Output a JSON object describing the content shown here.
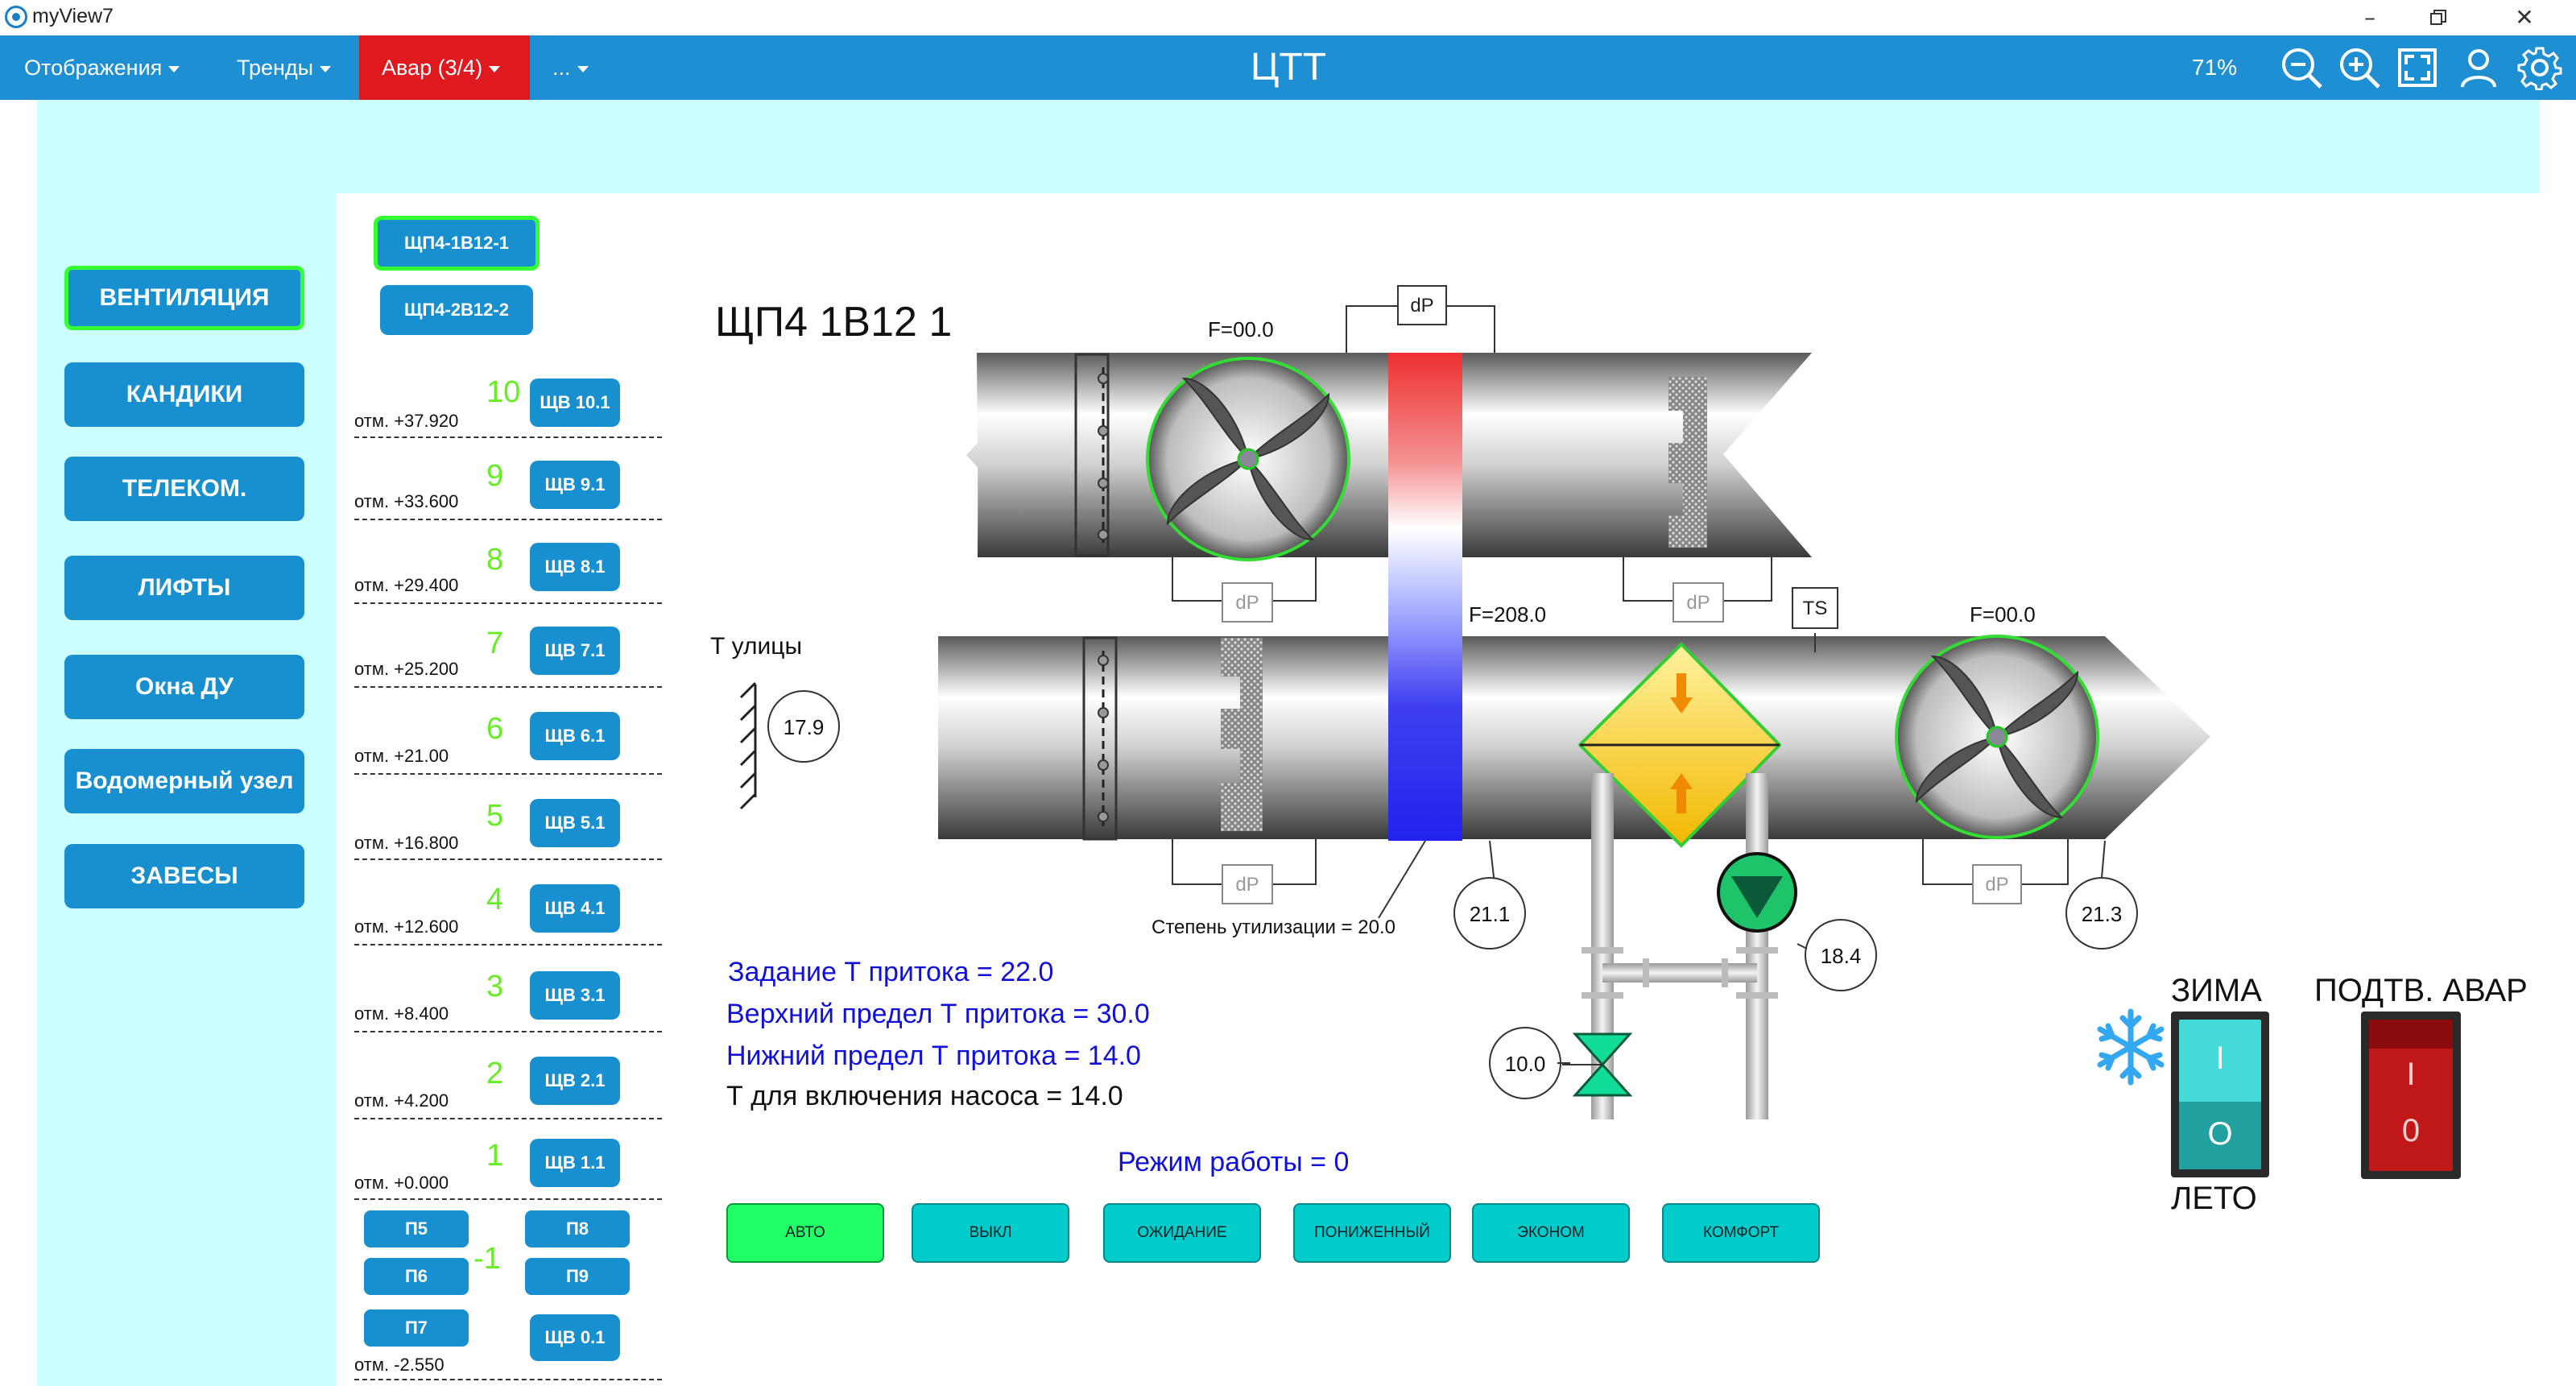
{
  "window": {
    "app_title": "myView7"
  },
  "menu": {
    "items": [
      {
        "label": "Отображения"
      },
      {
        "label": "Тренды"
      },
      {
        "label": "Авар (3/4)"
      },
      {
        "label": "..."
      }
    ],
    "heading": "ЦТТ",
    "zoom": "71%"
  },
  "icons": {
    "minimize": "minimize-icon",
    "restore": "restore-icon",
    "close": "close-icon",
    "zoom_out": "zoom-out-icon",
    "zoom_in": "zoom-in-icon",
    "fit": "fit-screen-icon",
    "user": "user-icon",
    "settings": "gear-icon",
    "snowflake": "snowflake-icon"
  },
  "nav": {
    "items": [
      "ВЕНТИЛЯЦИЯ",
      "КАНДИКИ",
      "ТЕЛЕКОМ.",
      "ЛИФТЫ",
      "Окна ДУ",
      "Водомерный узел",
      "ЗАВЕСЫ"
    ]
  },
  "shields": [
    "ЩП4-1В12-1",
    "ЩП4-2В12-2"
  ],
  "floors": [
    {
      "num": "10",
      "mark": "отм. +37.920",
      "btn": "ЩВ 10.1"
    },
    {
      "num": "9",
      "mark": "отм. +33.600",
      "btn": "ЩВ 9.1"
    },
    {
      "num": "8",
      "mark": "отм. +29.400",
      "btn": "ЩВ 8.1"
    },
    {
      "num": "7",
      "mark": "отм. +25.200",
      "btn": "ЩВ 7.1"
    },
    {
      "num": "6",
      "mark": "отм. +21.00",
      "btn": "ЩВ 6.1"
    },
    {
      "num": "5",
      "mark": "отм. +16.800",
      "btn": "ЩВ 5.1"
    },
    {
      "num": "4",
      "mark": "отм. +12.600",
      "btn": "ЩВ 4.1"
    },
    {
      "num": "3",
      "mark": "отм. +8.400",
      "btn": "ЩВ 3.1"
    },
    {
      "num": "2",
      "mark": "отм. +4.200",
      "btn": "ЩВ 2.1"
    },
    {
      "num": "1",
      "mark": "отм. +0.000",
      "btn": "ЩВ 1.1"
    }
  ],
  "basement": {
    "num": "-1",
    "mark": "отм. -2.550",
    "buttons": [
      "П5",
      "П8",
      "П6",
      "П9",
      "П7",
      "ЩВ 0.1"
    ]
  },
  "unit": {
    "title": "ЩП4 1В12 1",
    "outdoor_label": "Т улицы",
    "outdoor_temp": "17.9",
    "dp_label": "dP",
    "ts_label": "TS",
    "fan_exhaust": "F=00.0",
    "fan_supply": "F=00.0",
    "recuperator_f": "F=208.0",
    "recovery": "Степень утилизации = 20.0",
    "temp_after_recup": "21.1",
    "temp_supply": "21.3",
    "temp_return_water": "18.4",
    "temp_water": "10.0"
  },
  "params": {
    "setpoint": "Задание Т притока = 22.0",
    "upper": "Верхний предел Т притока = 30.0",
    "lower": "Нижний предел Т притока = 14.0",
    "pump_on": "Т для включения насоса = 14.0",
    "mode": "Режим работы = 0"
  },
  "modes": [
    {
      "label": "АВТО",
      "active": true
    },
    {
      "label": "ВЫКЛ",
      "active": false
    },
    {
      "label": "ОЖИДАНИЕ",
      "active": false
    },
    {
      "label": "ПОНИЖЕННЫЙ",
      "active": false
    },
    {
      "label": "ЭКОНОМ",
      "active": false
    },
    {
      "label": "КОМФОРТ",
      "active": false
    }
  ],
  "season_switch": {
    "top_label": "ЗИМА",
    "bottom_label": "ЛЕТО",
    "on_mark": "I",
    "off_mark": "O"
  },
  "alarm_switch": {
    "label": "ПОДТВ. АВАР",
    "on_mark": "I",
    "off_mark": "0"
  },
  "colors": {
    "appbar": "#1e8fd3",
    "alarm": "#e0191f",
    "content_bg": "#ccffff",
    "button": "#1890cf",
    "active_border": "#33ff33",
    "mode_button": "#00cccc",
    "mode_active": "#22ff66"
  }
}
